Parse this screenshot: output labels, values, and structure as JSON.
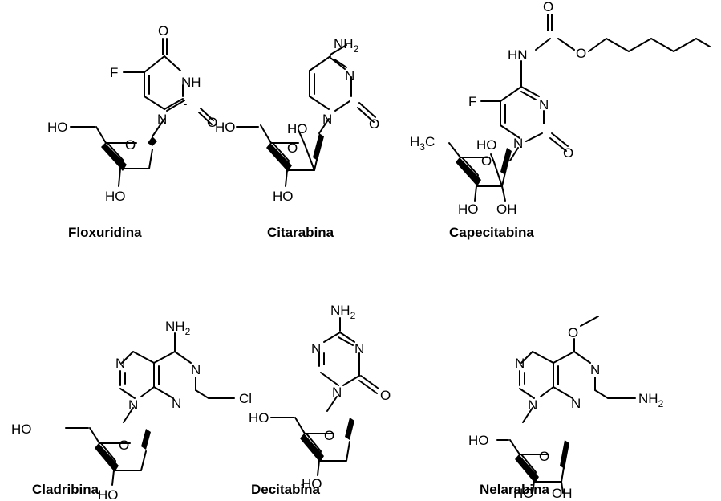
{
  "captions": {
    "floxuridina": "Floxuridina",
    "citarabina": "Citarabina",
    "capecitabina": "Capecitabina",
    "cladribina": "Cladribina",
    "decitabina": "Decitabina",
    "nelarabina": "Nelarabina"
  },
  "labels": {
    "o": "O",
    "n": "N",
    "nh": "NH",
    "hn": "HN",
    "f": "F",
    "cl": "Cl",
    "ho": "HO",
    "oh": "OH",
    "nh2_main": "NH",
    "sub2": "2",
    "h3c_main": "H",
    "sub3": "3",
    "c": "C"
  }
}
